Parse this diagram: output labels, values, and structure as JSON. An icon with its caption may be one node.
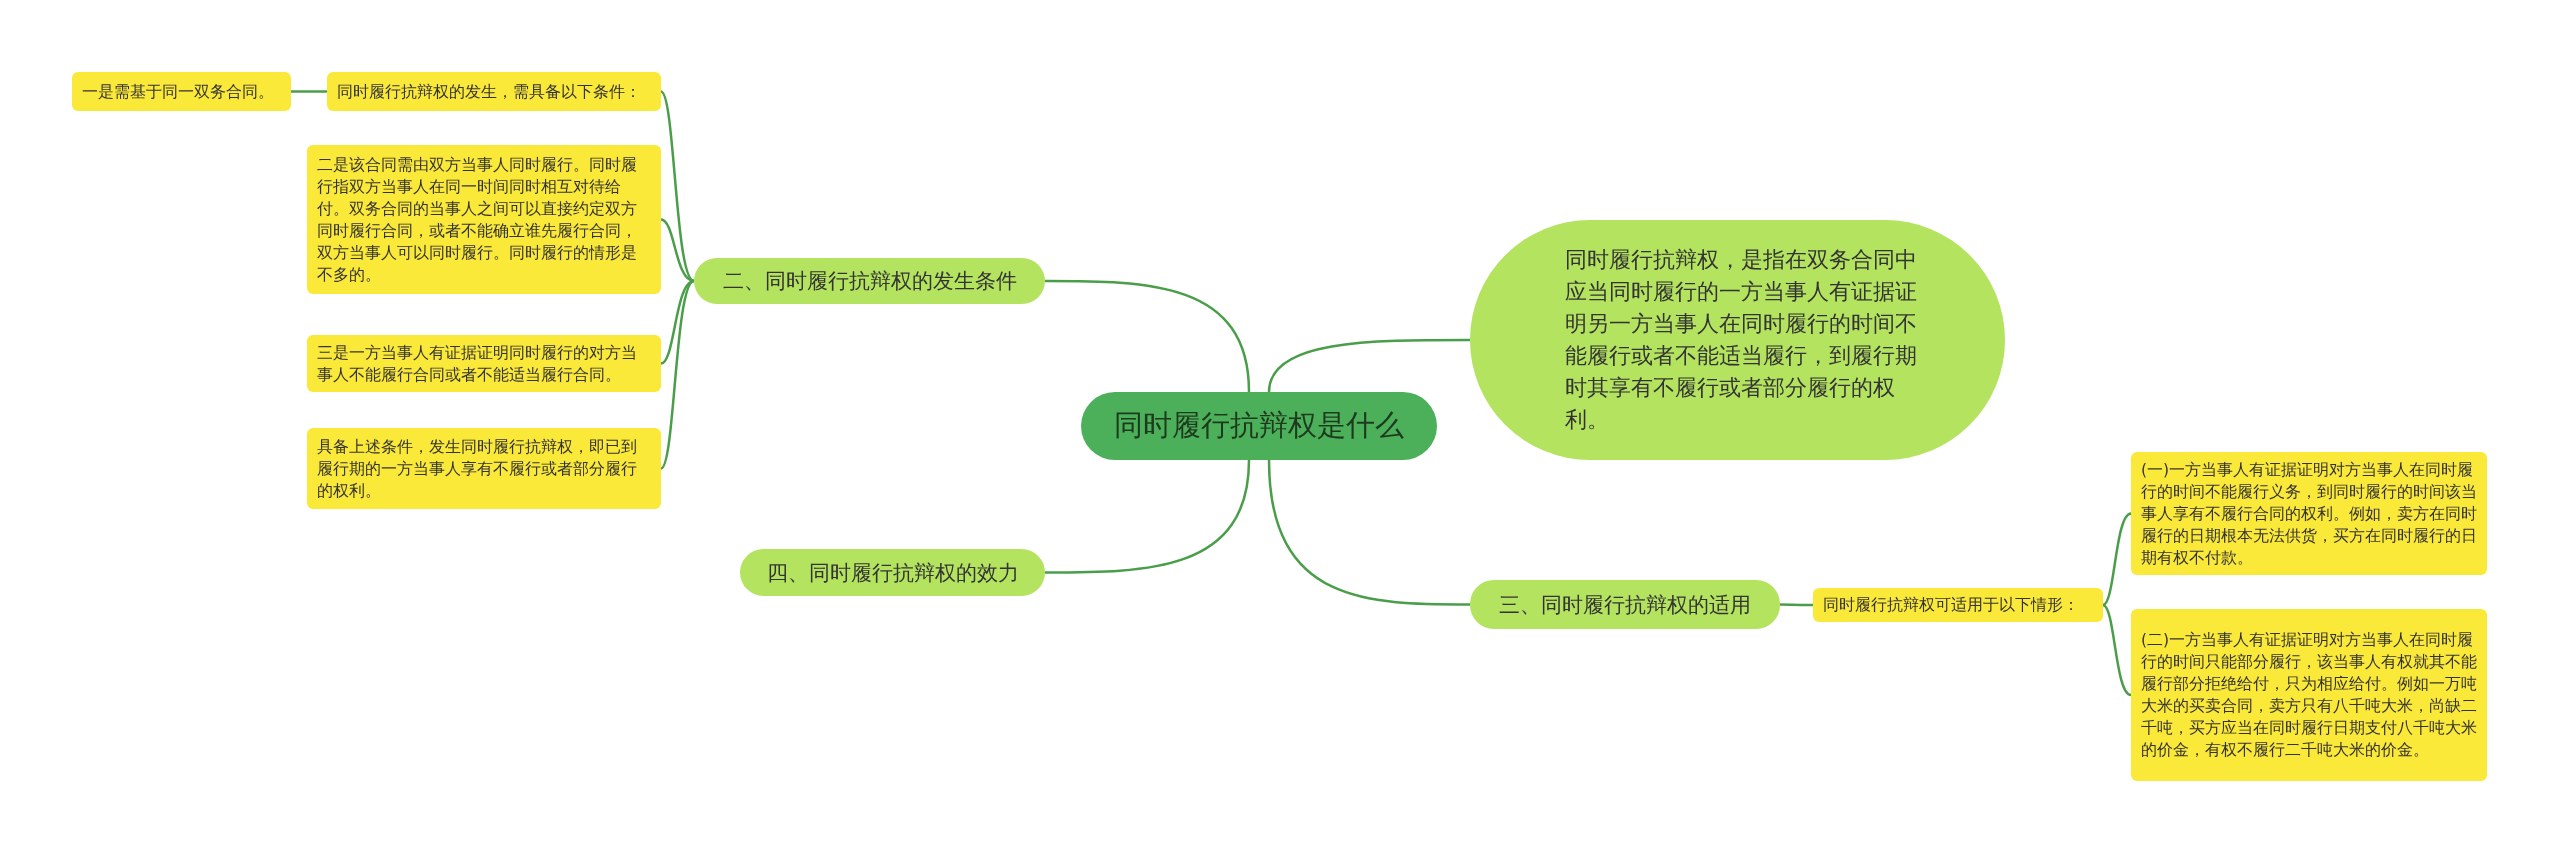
{
  "diagram": {
    "nodes": [
      {
        "text": [
          "同时履行抗辩权是什么"
        ]
      },
      {
        "text": [
          "同时履行抗辩权，是指在双务合同中应当同时履行的一方当事人有证据证明另一方当事人在同时履行的时间不能履行或者不能适当履行，到履行期时其享有不履行或者部分履行的权利。"
        ]
      },
      {
        "text": [
          "二、同时履行抗辩权的发生条件"
        ]
      },
      {
        "text": [
          "四、同时履行抗辩权的效力"
        ]
      },
      {
        "text": [
          "三、同时履行抗辩权的适用"
        ]
      },
      {
        "text": [
          "同时履行抗辩权的发生，需具备以下条件："
        ]
      },
      {
        "text": [
          "一是需基于同一双务合同。"
        ]
      },
      {
        "text": [
          "二是该合同需由双方当事人同时履行。同时履行指双方当事人在同一时间同时相互对待给付。双务合同的当事人之间可以直接约定双方同时履行合同，或者不能确立谁先履行合同，双方当事人可以同时履行。同时履行的情形是不多的。"
        ]
      },
      {
        "text": [
          "三是一方当事人有证据证明同时履行的对方当事人不能履行合同或者不能适当履行合同。"
        ]
      },
      {
        "text": [
          "具备上述条件，发生同时履行抗辩权，即已到履行期的一方当事人享有不履行或者部分履行的权利。"
        ]
      },
      {
        "text": [
          "同时履行抗辩权可适用于以下情形："
        ]
      },
      {
        "text": [
          "(一)一方当事人有证据证明对方当事人在同时履行的时间不能履行义务，到同时履行的时间该当事人享有不履行合同的权利。例如，卖方在同时履行的日期根本无法供货，买方在同时履行的日期有权不付款。"
        ]
      },
      {
        "text": [
          "(二)一方当事人有证据证明对方当事人在同时履行的时间只能部分履行，该当事人有权就其不能履行部分拒绝给付，只为相应给付。例如一万吨大米的买卖合同，卖方只有八千吨大米，尚缺二千吨，买方应当在同时履行日期支付八千吨大米的价金，有权不履行二千吨大米的价金。"
        ]
      }
    ],
    "edges": [
      {
        "from": 0,
        "to": 1,
        "arrow": "none"
      },
      {
        "from": 0,
        "to": 2,
        "arrow": "none"
      },
      {
        "from": 0,
        "to": 3,
        "arrow": "none"
      },
      {
        "from": 0,
        "to": 4,
        "arrow": "none"
      },
      {
        "from": 2,
        "to": 5,
        "arrow": "none"
      },
      {
        "from": 2,
        "to": 7,
        "arrow": "none"
      },
      {
        "from": 2,
        "to": 8,
        "arrow": "none"
      },
      {
        "from": 2,
        "to": 9,
        "arrow": "none"
      },
      {
        "from": 5,
        "to": 6,
        "arrow": "none"
      },
      {
        "from": 4,
        "to": 10,
        "arrow": "none"
      },
      {
        "from": 10,
        "to": 11,
        "arrow": "none"
      },
      {
        "from": 10,
        "to": 12,
        "arrow": "none"
      }
    ]
  }
}
